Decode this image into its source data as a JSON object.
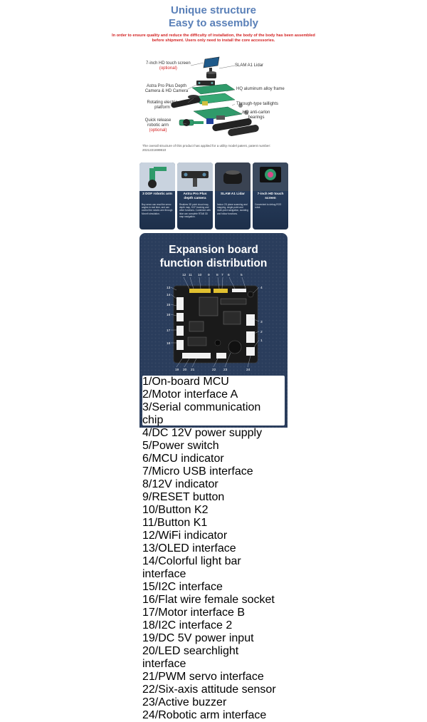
{
  "header": {
    "title_line1": "Unique structure",
    "title_line2": "Easy to assembly",
    "note": "In order to ensure quality and reduce the difficulty of installation, the body of the body has been assembled before shipment. Users only need to install the core accessories."
  },
  "callouts": {
    "touch_screen": "7-inch HD touch screen",
    "touch_screen_opt": "(optional)",
    "depth_camera": "Astra Pro Plus Depth Camera & HD Camera",
    "rotating_platform": "Rotating electric platform",
    "robotic_arm": "Quick release robotic arm",
    "robotic_arm_opt": "(optional)",
    "lidar": "SLAM A1 Lidar",
    "frame": "HQ aluminum alloy frame",
    "taillights": "Through-type taillights",
    "bearings": "HQ anti-carlon bearings"
  },
  "patent_note": "The overall structure of this product has applied for a utility model patent, patent number: 2021221699810",
  "features": [
    {
      "title": "3 DOF robotic arm",
      "desc": "Buy servo can read the servo angles in real time, and can control the robotic arm through MoveIt simulation."
    },
    {
      "title": "Astra Pro Plus depth camera",
      "desc": "Realizes 3D point cloud map, depth map, KCF tracking and other functions. Combined with lidar can complete RTAB 3D map navigation."
    },
    {
      "title": "SLAM A1 Lidar",
      "desc": "Indoor 2D plane scanning and mapping, single-point and multi-point navigation, avoiding and follow functions."
    },
    {
      "title": "7-inch HD touch screen",
      "desc": "Convenient to debug ROS robot."
    }
  ],
  "board": {
    "title_line1": "Expansion board",
    "title_line2": "function distribution",
    "top_numbers": [
      "12",
      "11",
      "10",
      "9",
      "8",
      "7",
      "6",
      "5"
    ],
    "left_numbers": [
      "13",
      "14",
      "15",
      "16",
      "17",
      "18"
    ],
    "right_numbers": [
      "4",
      "3",
      "2",
      "1"
    ],
    "bottom_numbers": [
      "19",
      "20",
      "21",
      "22",
      "23",
      "24"
    ],
    "legend": [
      "1/On-board MCU",
      "2/Motor interface A",
      "3/Serial communication chip",
      "4/DC 12V power supply",
      "5/Power switch",
      "6/MCU indicator",
      "7/Micro USB interface",
      "8/12V indicator",
      "9/RESET button",
      "10/Button K2",
      "11/Button K1",
      "12/WiFi indicator",
      "13/OLED interface",
      "14/Colorful light bar interface",
      "15/I2C interface",
      "16/Flat wire female socket",
      "17/Motor interface B",
      "18/I2C interface 2",
      "19/DC 5V power input",
      "20/LED searchlight interface",
      "21/PWM servo interface",
      "22/Six-axis attitude sensor",
      "23/Active buzzer",
      "24/Robotic arm interface"
    ]
  }
}
